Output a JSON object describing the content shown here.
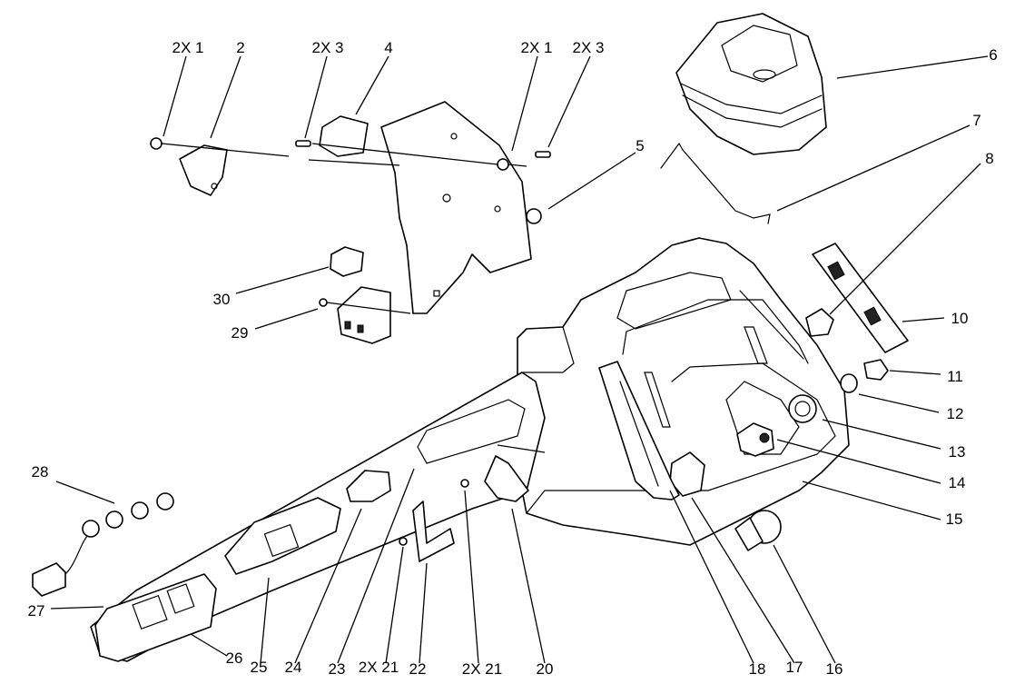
{
  "callouts": [
    {
      "id": "c-2x1-left",
      "text": "2X 1"
    },
    {
      "id": "c-2",
      "text": "2"
    },
    {
      "id": "c-2x3-left",
      "text": "2X 3"
    },
    {
      "id": "c-4",
      "text": "4"
    },
    {
      "id": "c-2x1-right",
      "text": "2X 1"
    },
    {
      "id": "c-2x3-right",
      "text": "2X 3"
    },
    {
      "id": "c-5",
      "text": "5"
    },
    {
      "id": "c-6",
      "text": "6"
    },
    {
      "id": "c-7",
      "text": "7"
    },
    {
      "id": "c-8",
      "text": "8"
    },
    {
      "id": "c-10",
      "text": "10"
    },
    {
      "id": "c-11",
      "text": "11"
    },
    {
      "id": "c-12",
      "text": "12"
    },
    {
      "id": "c-13",
      "text": "13"
    },
    {
      "id": "c-14",
      "text": "14"
    },
    {
      "id": "c-15",
      "text": "15"
    },
    {
      "id": "c-16",
      "text": "16"
    },
    {
      "id": "c-17",
      "text": "17"
    },
    {
      "id": "c-18",
      "text": "18"
    },
    {
      "id": "c-20",
      "text": "20"
    },
    {
      "id": "c-2x21-right",
      "text": "2X 21"
    },
    {
      "id": "c-22",
      "text": "22"
    },
    {
      "id": "c-2x21-left",
      "text": "2X 21"
    },
    {
      "id": "c-23",
      "text": "23"
    },
    {
      "id": "c-24",
      "text": "24"
    },
    {
      "id": "c-25",
      "text": "25"
    },
    {
      "id": "c-26",
      "text": "26"
    },
    {
      "id": "c-27",
      "text": "27"
    },
    {
      "id": "c-28",
      "text": "28"
    },
    {
      "id": "c-29",
      "text": "29"
    },
    {
      "id": "c-30",
      "text": "30"
    }
  ]
}
